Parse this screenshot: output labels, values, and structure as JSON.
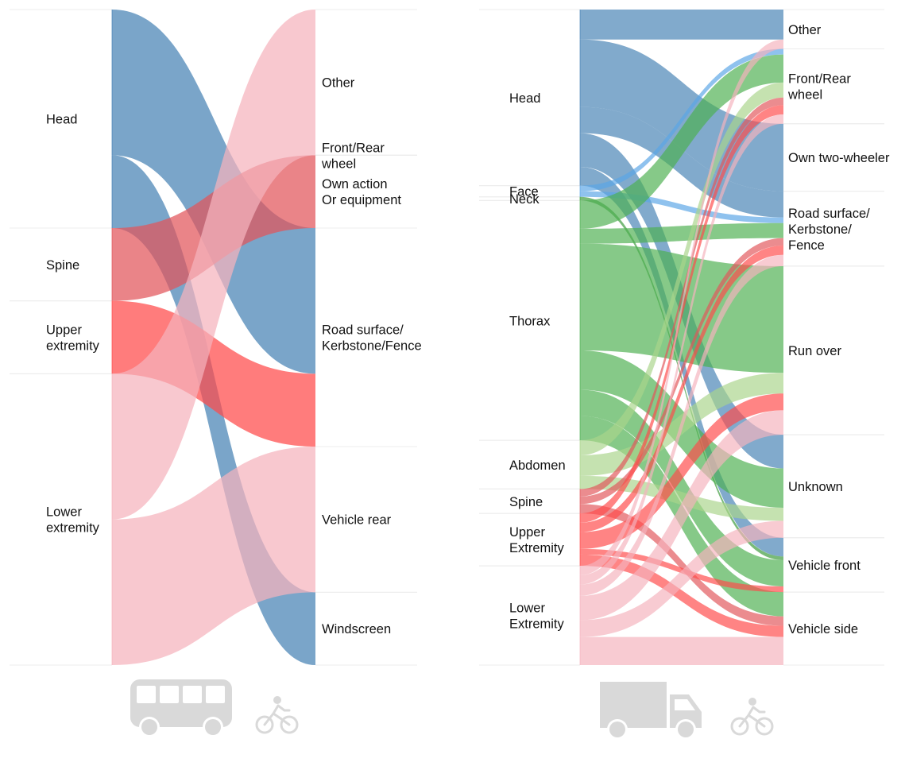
{
  "colors": {
    "head": "#4682b4",
    "face": "#5aa5e6",
    "neck": "#3a9a3a",
    "thorax": "#4caf50",
    "abdomen": "#a9d48a",
    "spine": "#e2555a",
    "upper": "#ff4a4a",
    "lower": "#f5b3bc",
    "icon": "#d9d9d9"
  },
  "left": {
    "icons": {
      "vehicle": "bus-icon",
      "rider": "cyclist-icon"
    },
    "sources": [
      {
        "key": "head",
        "label": "Head"
      },
      {
        "key": "spine",
        "label": "Spine"
      },
      {
        "key": "upper",
        "label": "Upper extremity"
      },
      {
        "key": "lower",
        "label": "Lower extremity"
      }
    ],
    "targets": [
      {
        "key": "other",
        "label": "Other"
      },
      {
        "key": "wheel",
        "label": "Front/Rear wheel"
      },
      {
        "key": "own",
        "label": "Own action Or equipment"
      },
      {
        "key": "road",
        "label": "Road surface/ Kerbstone/Fence"
      },
      {
        "key": "vrear",
        "label": "Vehicle rear"
      },
      {
        "key": "wind",
        "label": "Windscreen"
      }
    ],
    "flows": [
      {
        "source": "head",
        "target": "road",
        "value": 2
      },
      {
        "source": "head",
        "target": "wind",
        "value": 1
      },
      {
        "source": "spine",
        "target": "own",
        "value": 1
      },
      {
        "source": "upper",
        "target": "road",
        "value": 1
      },
      {
        "source": "lower",
        "target": "other",
        "value": 2
      },
      {
        "source": "lower",
        "target": "vrear",
        "value": 2
      }
    ]
  },
  "right": {
    "icons": {
      "vehicle": "truck-icon",
      "rider": "cyclist-icon"
    },
    "sources": [
      {
        "key": "head",
        "label": "Head"
      },
      {
        "key": "face",
        "label": "Face"
      },
      {
        "key": "neck",
        "label": "Neck"
      },
      {
        "key": "thorax",
        "label": "Thorax"
      },
      {
        "key": "abdomen",
        "label": "Abdomen"
      },
      {
        "key": "spine",
        "label": "Spine"
      },
      {
        "key": "upper",
        "label": "Upper Extremity"
      },
      {
        "key": "lower",
        "label": "Lower Extremity"
      }
    ],
    "targets": [
      {
        "key": "other",
        "label": "Other"
      },
      {
        "key": "wheel",
        "label": "Front/Rear wheel"
      },
      {
        "key": "own",
        "label": "Own two-wheeler"
      },
      {
        "key": "road",
        "label": "Road surface/ Kerbstone/ Fence"
      },
      {
        "key": "run",
        "label": "Run over"
      },
      {
        "key": "unk",
        "label": "Unknown"
      },
      {
        "key": "vfront",
        "label": "Vehicle front"
      },
      {
        "key": "vside",
        "label": "Vehicle side"
      }
    ],
    "flows": [
      {
        "source": "head",
        "target": "other",
        "value": 1.6
      },
      {
        "source": "head",
        "target": "own",
        "value": 3.6
      },
      {
        "source": "head",
        "target": "road",
        "value": 1.4
      },
      {
        "source": "head",
        "target": "unk",
        "value": 1.8
      },
      {
        "source": "head",
        "target": "vfront",
        "value": 1
      },
      {
        "source": "face",
        "target": "wheel",
        "value": 0.3
      },
      {
        "source": "face",
        "target": "road",
        "value": 0.3
      },
      {
        "source": "neck",
        "target": "vfront",
        "value": 0.2
      },
      {
        "source": "thorax",
        "target": "wheel",
        "value": 1.5
      },
      {
        "source": "thorax",
        "target": "road",
        "value": 0.8
      },
      {
        "source": "thorax",
        "target": "run",
        "value": 5.7
      },
      {
        "source": "thorax",
        "target": "unk",
        "value": 2.1
      },
      {
        "source": "thorax",
        "target": "vfront",
        "value": 1.4
      },
      {
        "source": "thorax",
        "target": "vside",
        "value": 1.3
      },
      {
        "source": "abdomen",
        "target": "wheel",
        "value": 0.8
      },
      {
        "source": "abdomen",
        "target": "run",
        "value": 1.1
      },
      {
        "source": "abdomen",
        "target": "unk",
        "value": 0.7
      },
      {
        "source": "spine",
        "target": "wheel",
        "value": 0.4
      },
      {
        "source": "spine",
        "target": "road",
        "value": 0.4
      },
      {
        "source": "spine",
        "target": "vside",
        "value": 0.5
      },
      {
        "source": "upper",
        "target": "wheel",
        "value": 0.5
      },
      {
        "source": "upper",
        "target": "road",
        "value": 0.5
      },
      {
        "source": "upper",
        "target": "run",
        "value": 0.9
      },
      {
        "source": "upper",
        "target": "vfront",
        "value": 0.3
      },
      {
        "source": "upper",
        "target": "vside",
        "value": 0.6
      },
      {
        "source": "lower",
        "target": "other",
        "value": 0.5
      },
      {
        "source": "lower",
        "target": "wheel",
        "value": 0.5
      },
      {
        "source": "lower",
        "target": "road",
        "value": 0.6
      },
      {
        "source": "lower",
        "target": "run",
        "value": 1.3
      },
      {
        "source": "lower",
        "target": "unk",
        "value": 0.9
      },
      {
        "source": "lower",
        "target": "vside",
        "value": 1.5
      }
    ]
  }
}
